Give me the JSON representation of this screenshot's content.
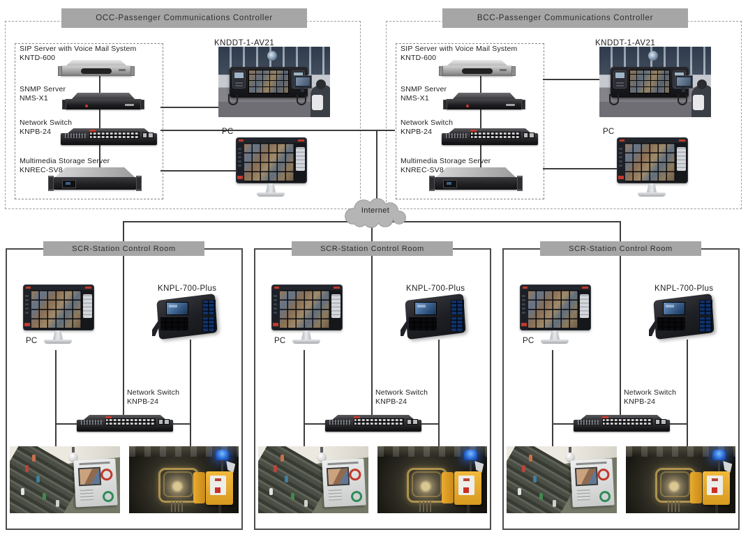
{
  "occ": {
    "header": "OCC-Passenger Communications Controller",
    "devices": {
      "sip": {
        "line1": "SIP Server with Voice Mail System",
        "line2": "KNTD-600"
      },
      "snmp": {
        "line1": "SNMP Server",
        "line2": "NMS-X1"
      },
      "switch": {
        "line1": "Network Switch",
        "line2": "KNPB-24"
      },
      "storage": {
        "line1": "Multimedia Storage Server",
        "line2": "KNREC-SV8"
      },
      "intercom_label": "KNDDT-1-AV21",
      "pc_label": "PC"
    }
  },
  "bcc": {
    "header": "BCC-Passenger Communications Controller",
    "devices": {
      "sip": {
        "line1": "SIP Server with Voice Mail System",
        "line2": "KNTD-600"
      },
      "snmp": {
        "line1": "SNMP Server",
        "line2": "NMS-X1"
      },
      "switch": {
        "line1": "Network Switch",
        "line2": "KNPB-24"
      },
      "storage": {
        "line1": "Multimedia Storage Server",
        "line2": "KNREC-SV8"
      },
      "intercom_label": "KNDDT-1-AV21",
      "pc_label": "PC"
    }
  },
  "internet": {
    "label": "Internet"
  },
  "scr_rooms": [
    {
      "header": "SCR-Station Control Room",
      "pc_label": "PC",
      "intercom_label": "KNPL-700-Plus",
      "switch": {
        "line1": "Network Switch",
        "line2": "KNPB-24"
      }
    },
    {
      "header": "SCR-Station Control Room",
      "pc_label": "PC",
      "intercom_label": "KNPL-700-Plus",
      "switch": {
        "line1": "Network Switch",
        "line2": "KNPB-24"
      }
    },
    {
      "header": "SCR-Station Control Room",
      "pc_label": "PC",
      "intercom_label": "KNPL-700-Plus",
      "switch": {
        "line1": "Network Switch",
        "line2": "KNPB-24"
      }
    }
  ],
  "colors": {
    "header_bar": "#a6a6a6",
    "header_text": "#2d2d2d",
    "connector_line": "#3c3c3c",
    "cloud_fill": "#b5b5b5",
    "cloud_stroke": "#8f8f8f",
    "dashed_border": "#9d9d9d"
  }
}
